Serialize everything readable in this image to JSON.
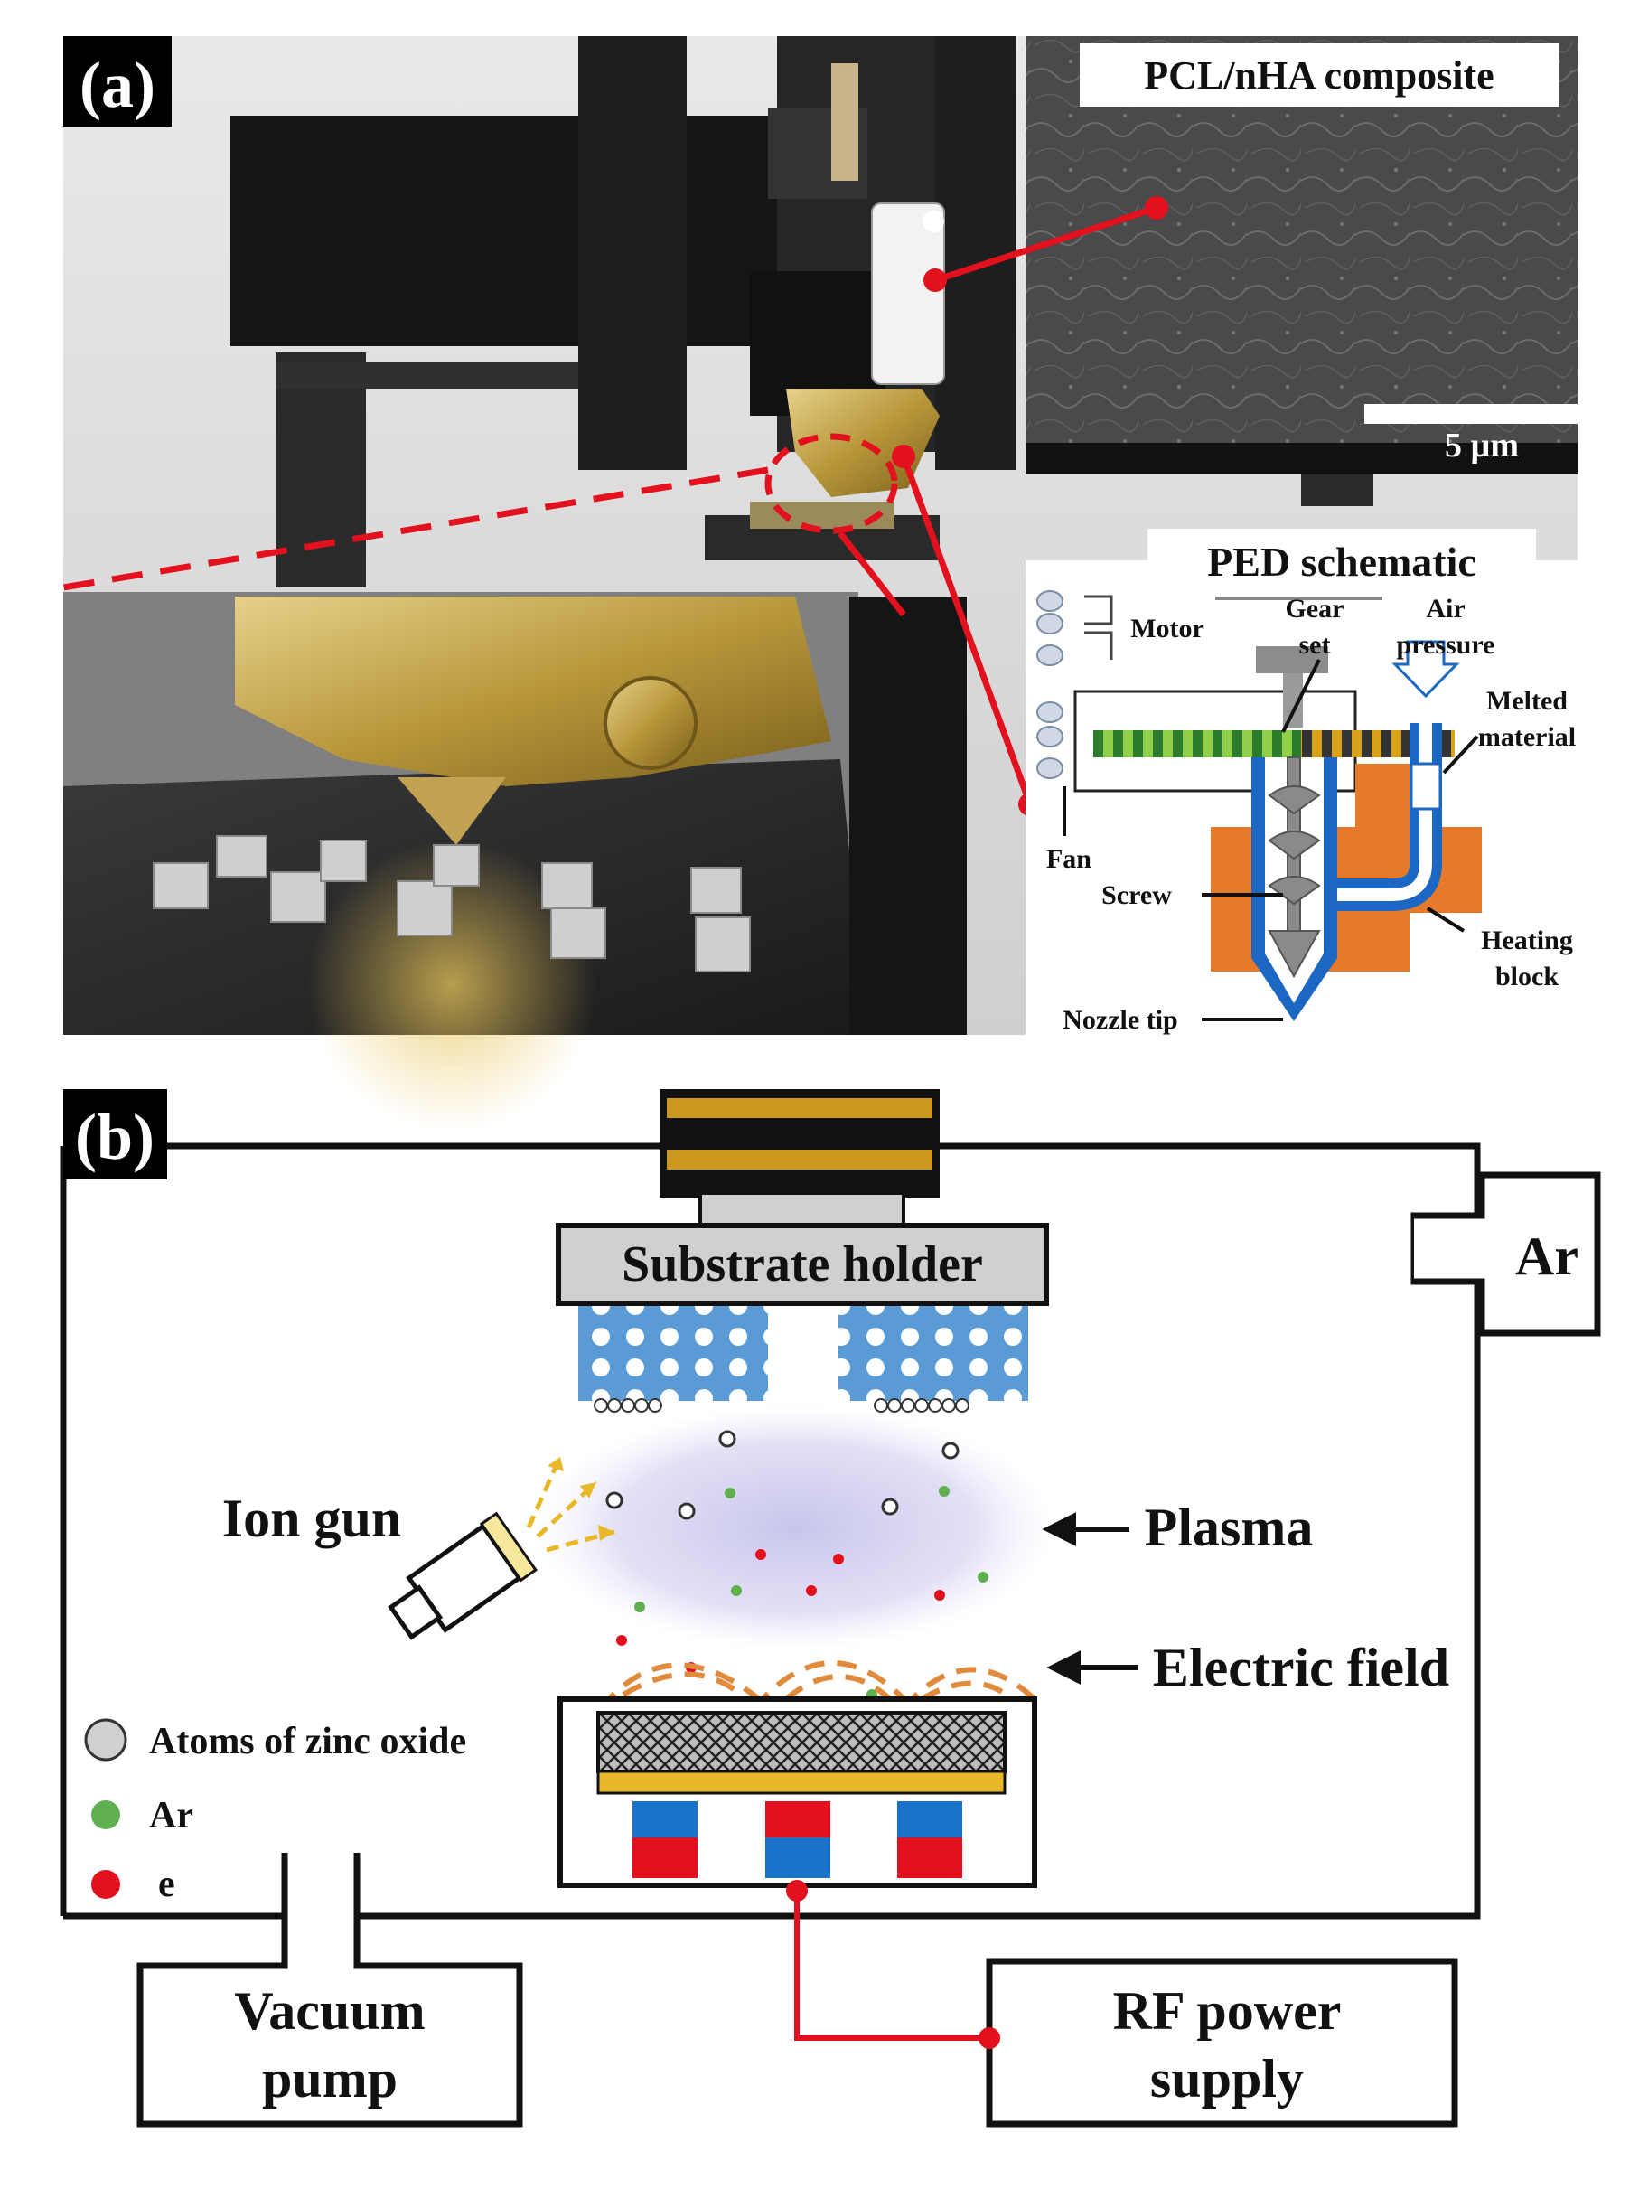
{
  "panel_a": {
    "letter": "(a)",
    "sem": {
      "label": "PCL/nHA composite",
      "scale_bar": "5 µm"
    },
    "schematic": {
      "title": "PED schematic",
      "labels": {
        "motor": "Motor",
        "gear_1": "Gear",
        "gear_2": "set",
        "air_1": "Air",
        "air_2": "pressure",
        "melted_1": "Melted",
        "melted_2": "material",
        "fan": "Fan",
        "screw": "Screw",
        "heating_1": "Heating",
        "heating_2": "block",
        "nozzle": "Nozzle tip"
      }
    },
    "colors": {
      "callout": "#e3101e",
      "gold": "#b8973a",
      "heating_block": "#e57b2a",
      "screw_blue": "#1b67c2"
    }
  },
  "panel_b": {
    "letter": "(b)",
    "labels": {
      "substrate_holder": "Substrate holder",
      "ar_inlet": "Ar",
      "ion_gun": "Ion gun",
      "plasma": "Plasma",
      "electric_field": "Electric field",
      "vacuum_1": "Vacuum",
      "vacuum_2": "pump",
      "rf_1": "RF power",
      "rf_2": "supply"
    },
    "legend": [
      {
        "label": "Atoms of zinc oxide",
        "color": "#d0d0d0"
      },
      {
        "label": "Ar",
        "color": "#5fae4f"
      },
      {
        "label": "e",
        "color": "#e3101e"
      }
    ],
    "colors": {
      "gold": "#c9981c",
      "scaffold_blue": "#5b9bd5",
      "magnet_red": "#e3101e",
      "magnet_blue": "#1a73c8",
      "plasma": "#c9c6ea",
      "field": "#e08a3c"
    }
  }
}
